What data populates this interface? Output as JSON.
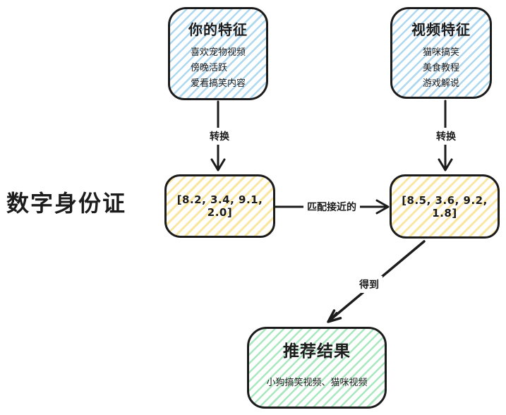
{
  "diagram": {
    "side_label": "数字身份证",
    "nodes": {
      "user_features": {
        "title": "你的特征",
        "items": [
          "喜欢宠物视频",
          "傍晚活跃",
          "爱看搞笑内容"
        ]
      },
      "video_features": {
        "title": "视频特征",
        "items": [
          "猫咪搞笑",
          "美食教程",
          "游戏解说"
        ]
      },
      "user_vector": {
        "value": "[8.2, 3.4, 9.1, 2.0]"
      },
      "video_vector": {
        "value": "[8.5, 3.6, 9.2, 1.8]"
      },
      "result": {
        "title": "推荐结果",
        "subtitle": "小狗搞笑视频、猫咪视频"
      }
    },
    "edge_labels": {
      "user_convert": "转换",
      "video_convert": "转换",
      "match": "匹配接近的",
      "obtain": "得到"
    },
    "colors": {
      "blue_hatch": "#aed7f2",
      "yellow_hatch": "#fbe69f",
      "green_hatch": "#a9e7bf",
      "ink": "#1c1c1c"
    }
  }
}
